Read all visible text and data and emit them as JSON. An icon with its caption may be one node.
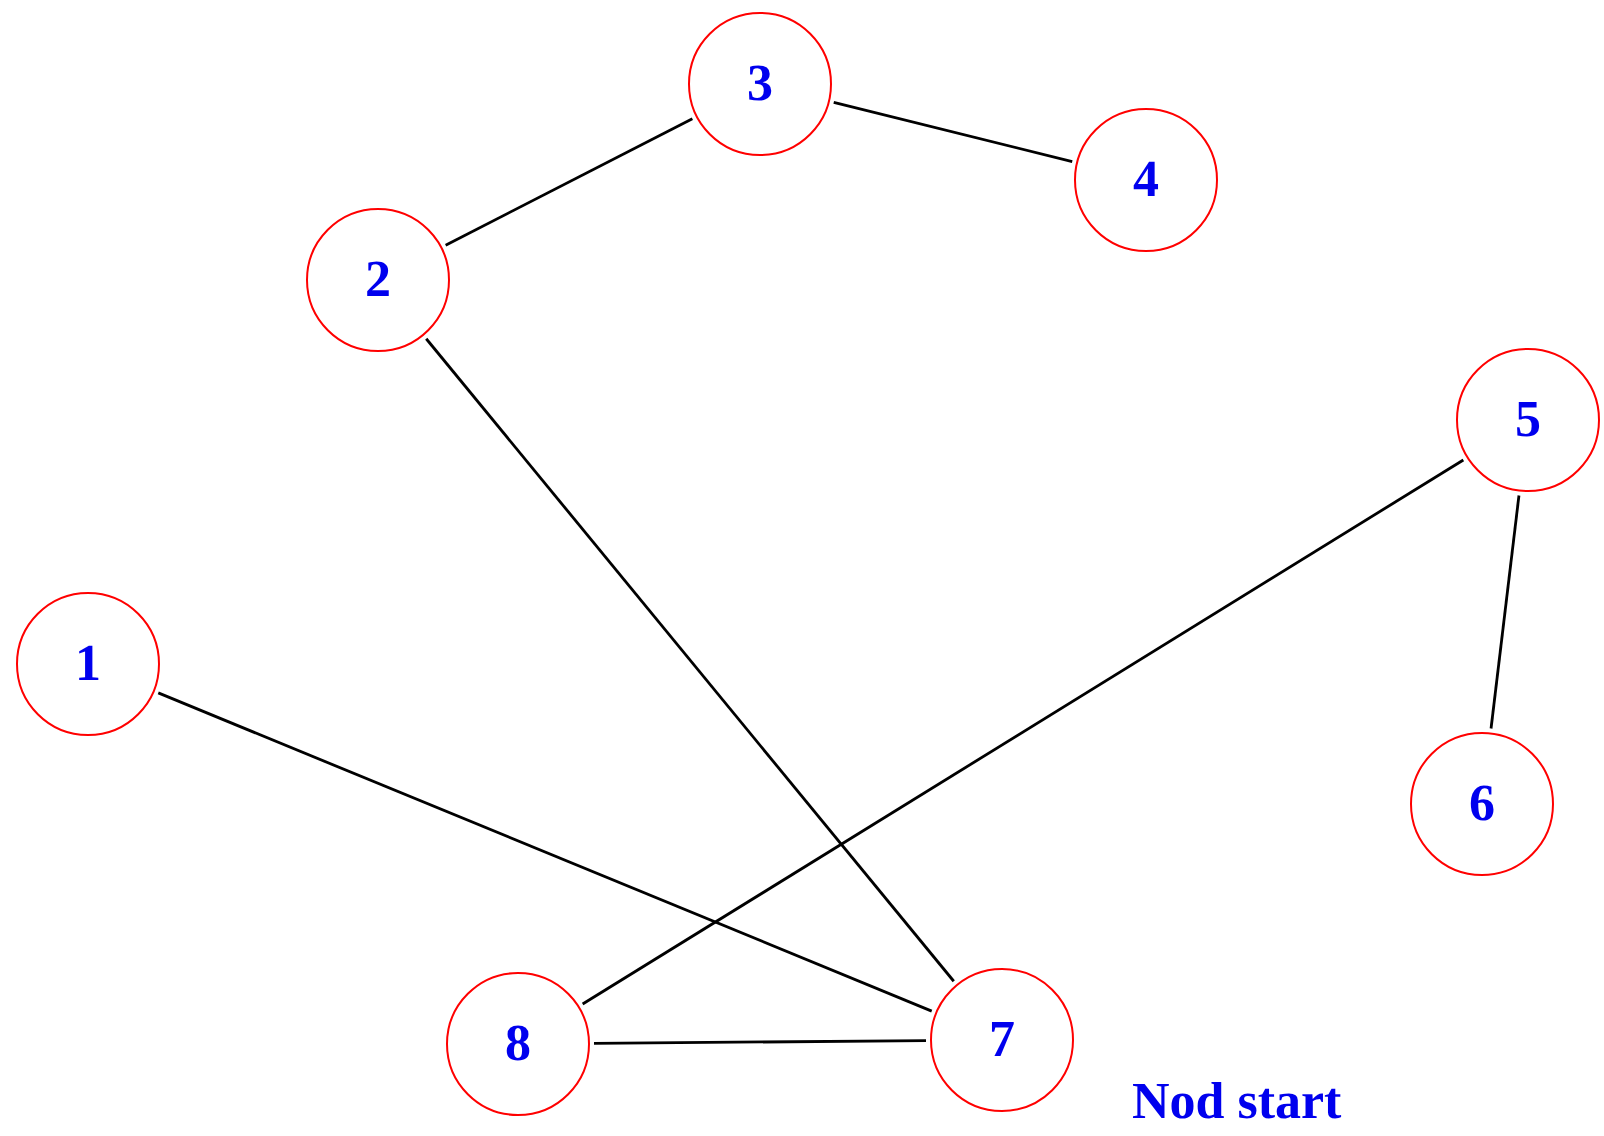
{
  "diagram": {
    "nodes": [
      {
        "text": [
          "1"
        ]
      },
      {
        "text": [
          "2"
        ]
      },
      {
        "text": [
          "3"
        ]
      },
      {
        "text": [
          "4"
        ]
      },
      {
        "text": [
          "5"
        ]
      },
      {
        "text": [
          "6"
        ]
      },
      {
        "text": [
          "7"
        ],
        "beside": [
          "Nod start"
        ]
      },
      {
        "text": [
          "8"
        ]
      }
    ],
    "edges": [
      {
        "from": 1,
        "to": 2,
        "arrow": "none"
      },
      {
        "from": 2,
        "to": 3,
        "arrow": "none"
      },
      {
        "from": 1,
        "to": 6,
        "arrow": "none"
      },
      {
        "from": 0,
        "to": 6,
        "arrow": "none"
      },
      {
        "from": 4,
        "to": 7,
        "arrow": "none"
      },
      {
        "from": 4,
        "to": 5,
        "arrow": "none"
      },
      {
        "from": 7,
        "to": 6,
        "arrow": "none"
      }
    ]
  }
}
